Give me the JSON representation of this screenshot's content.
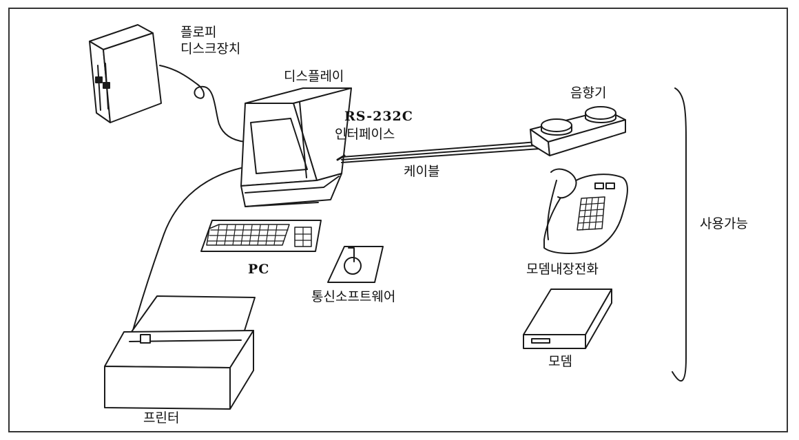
{
  "labels": {
    "floppy_line1": "플로피",
    "floppy_line2": "디스크장치",
    "display": "디스플레이",
    "rs232c_line1": "RS-232C",
    "rs232c_line2": "인터페이스",
    "audio": "음향기",
    "cable": "케이블",
    "pc": "PC",
    "software": "통신소프트웨어",
    "modem_phone": "모뎀내장전화",
    "modem": "모뎀",
    "printer": "프린터",
    "usable": "사용가능"
  },
  "colors": {
    "ink": "#1a1a1a",
    "background": "#ffffff",
    "frame": "#333333"
  }
}
